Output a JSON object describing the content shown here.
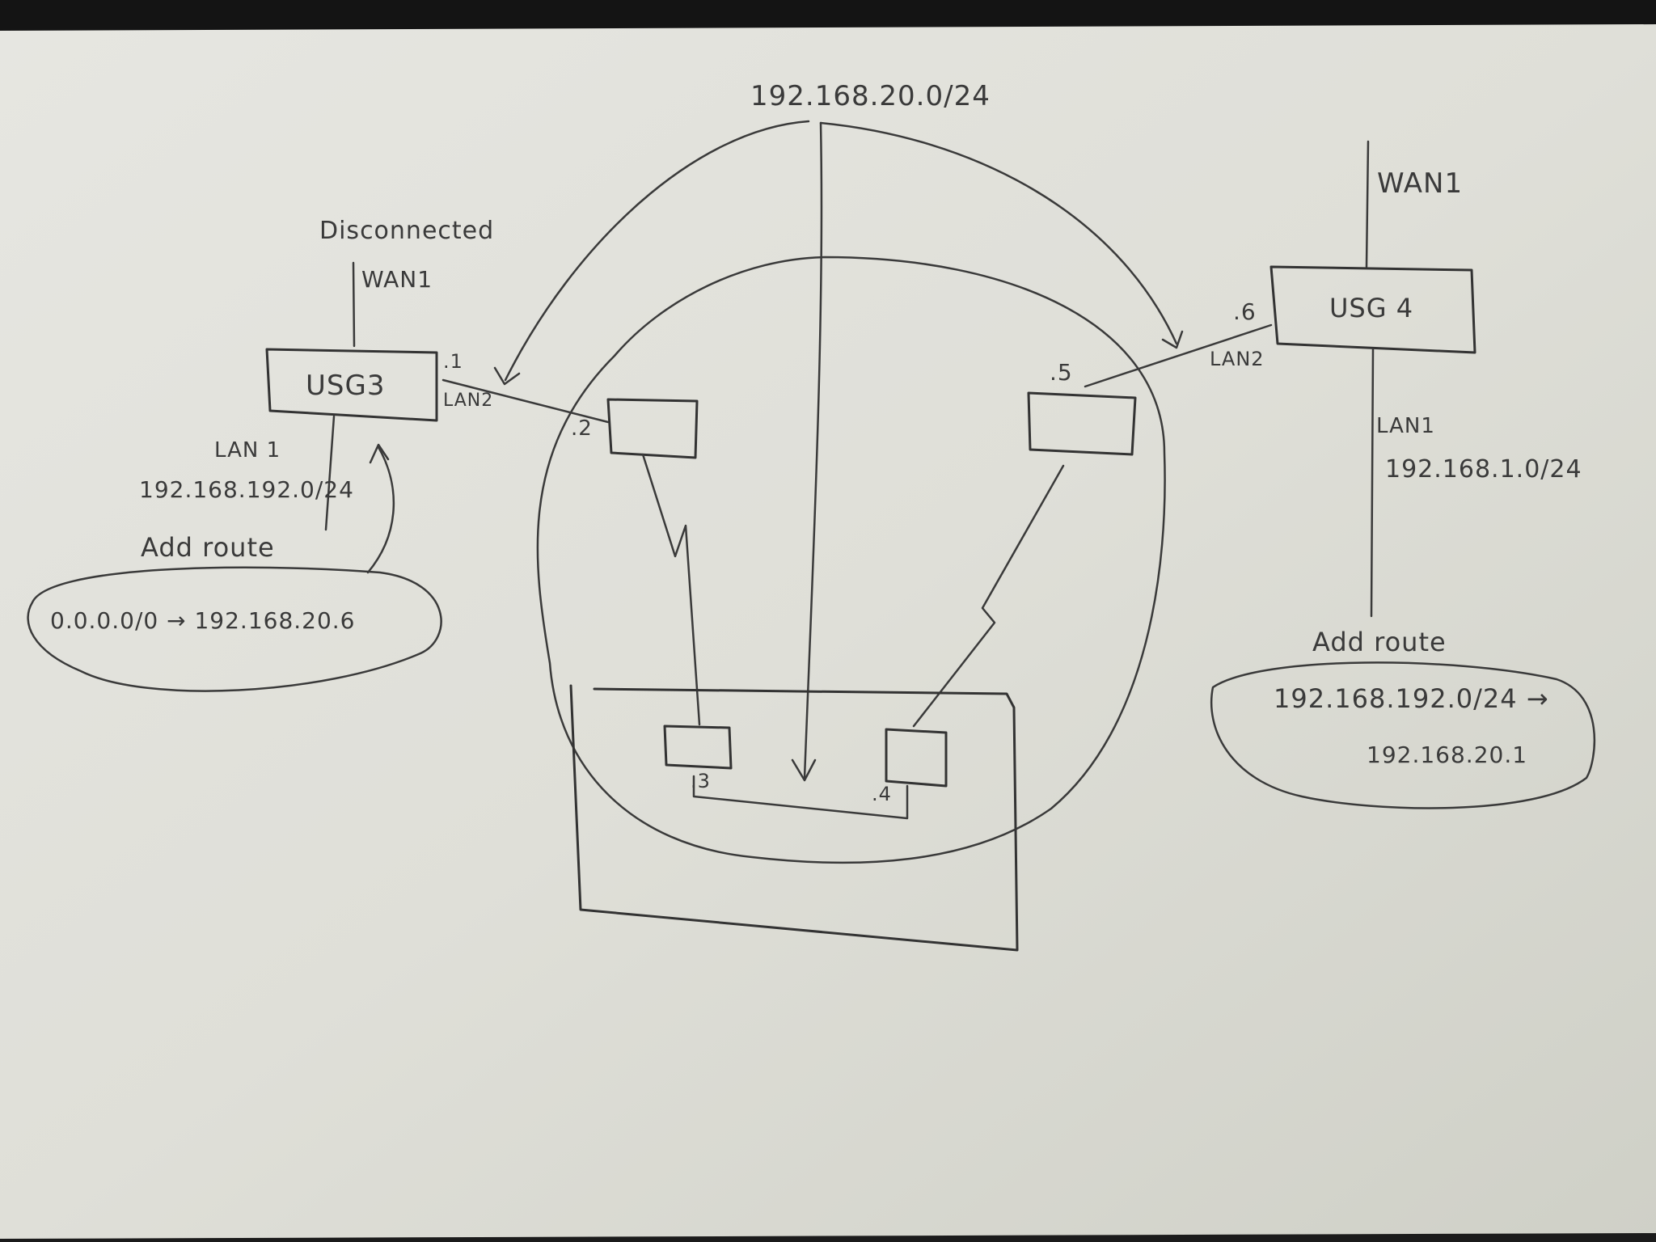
{
  "diagram": {
    "subnet_label": "192.168.20.0/24",
    "left_router": {
      "status_note": "Disconnected",
      "wan_label": "WAN1",
      "name": "USG3",
      "lan2_port_ip": ".1",
      "lan2_label": "LAN2",
      "lan1_label": "LAN 1",
      "lan1_subnet": "192.168.192.0/24",
      "route_title": "Add route",
      "route_text": "0.0.0.0/0 → 192.168.20.6"
    },
    "right_router": {
      "wan_label": "WAN1",
      "name": "USG 4",
      "lan2_port_ip": ".6",
      "lan2_label": "LAN2",
      "lan1_label": "LAN1",
      "lan1_subnet": "192.168.1.0/24",
      "route_title": "Add route",
      "route_line1": "192.168.192.0/24 →",
      "route_line2": "192.168.20.1"
    },
    "left_bridge_ip": ".2",
    "right_bridge_ip": ".5",
    "switch_port_left_ip": ".3",
    "switch_port_right_ip": ".4"
  },
  "colors": {
    "paper": "#e2e2dc",
    "ink": "#333333",
    "background": "#1a1a1a"
  }
}
